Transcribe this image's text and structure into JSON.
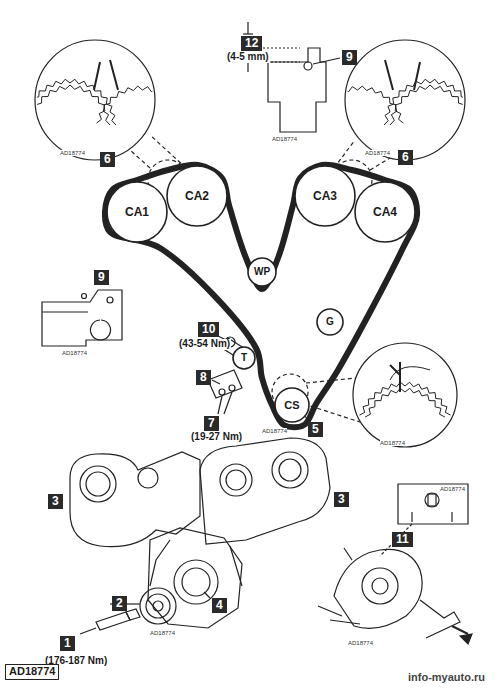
{
  "diagram": {
    "nodes": [
      {
        "text": [
          "CA1"
        ]
      },
      {
        "text": [
          "CA2"
        ]
      },
      {
        "text": [
          "CA3"
        ]
      },
      {
        "text": [
          "CA4"
        ]
      },
      {
        "text": [
          "WP"
        ]
      },
      {
        "text": [
          "G"
        ]
      },
      {
        "text": [
          "T"
        ]
      },
      {
        "text": [
          "CS"
        ]
      }
    ],
    "labels": [
      "12",
      "(4-5 mm)",
      "9",
      "AD18774",
      "AD18774",
      "AD18774",
      "6",
      "6",
      "9",
      "AD18774",
      "10",
      "(43-54 Nm)",
      "8",
      "7",
      "(19-27 Nm)",
      "5",
      "AD18774",
      "AD18774",
      "3",
      "3",
      "2",
      "4",
      "AD18774",
      "1",
      "(176-187 Nm)",
      "11",
      "AD18774",
      "AD18774",
      "AD18774",
      "info-myauto.ru"
    ]
  }
}
